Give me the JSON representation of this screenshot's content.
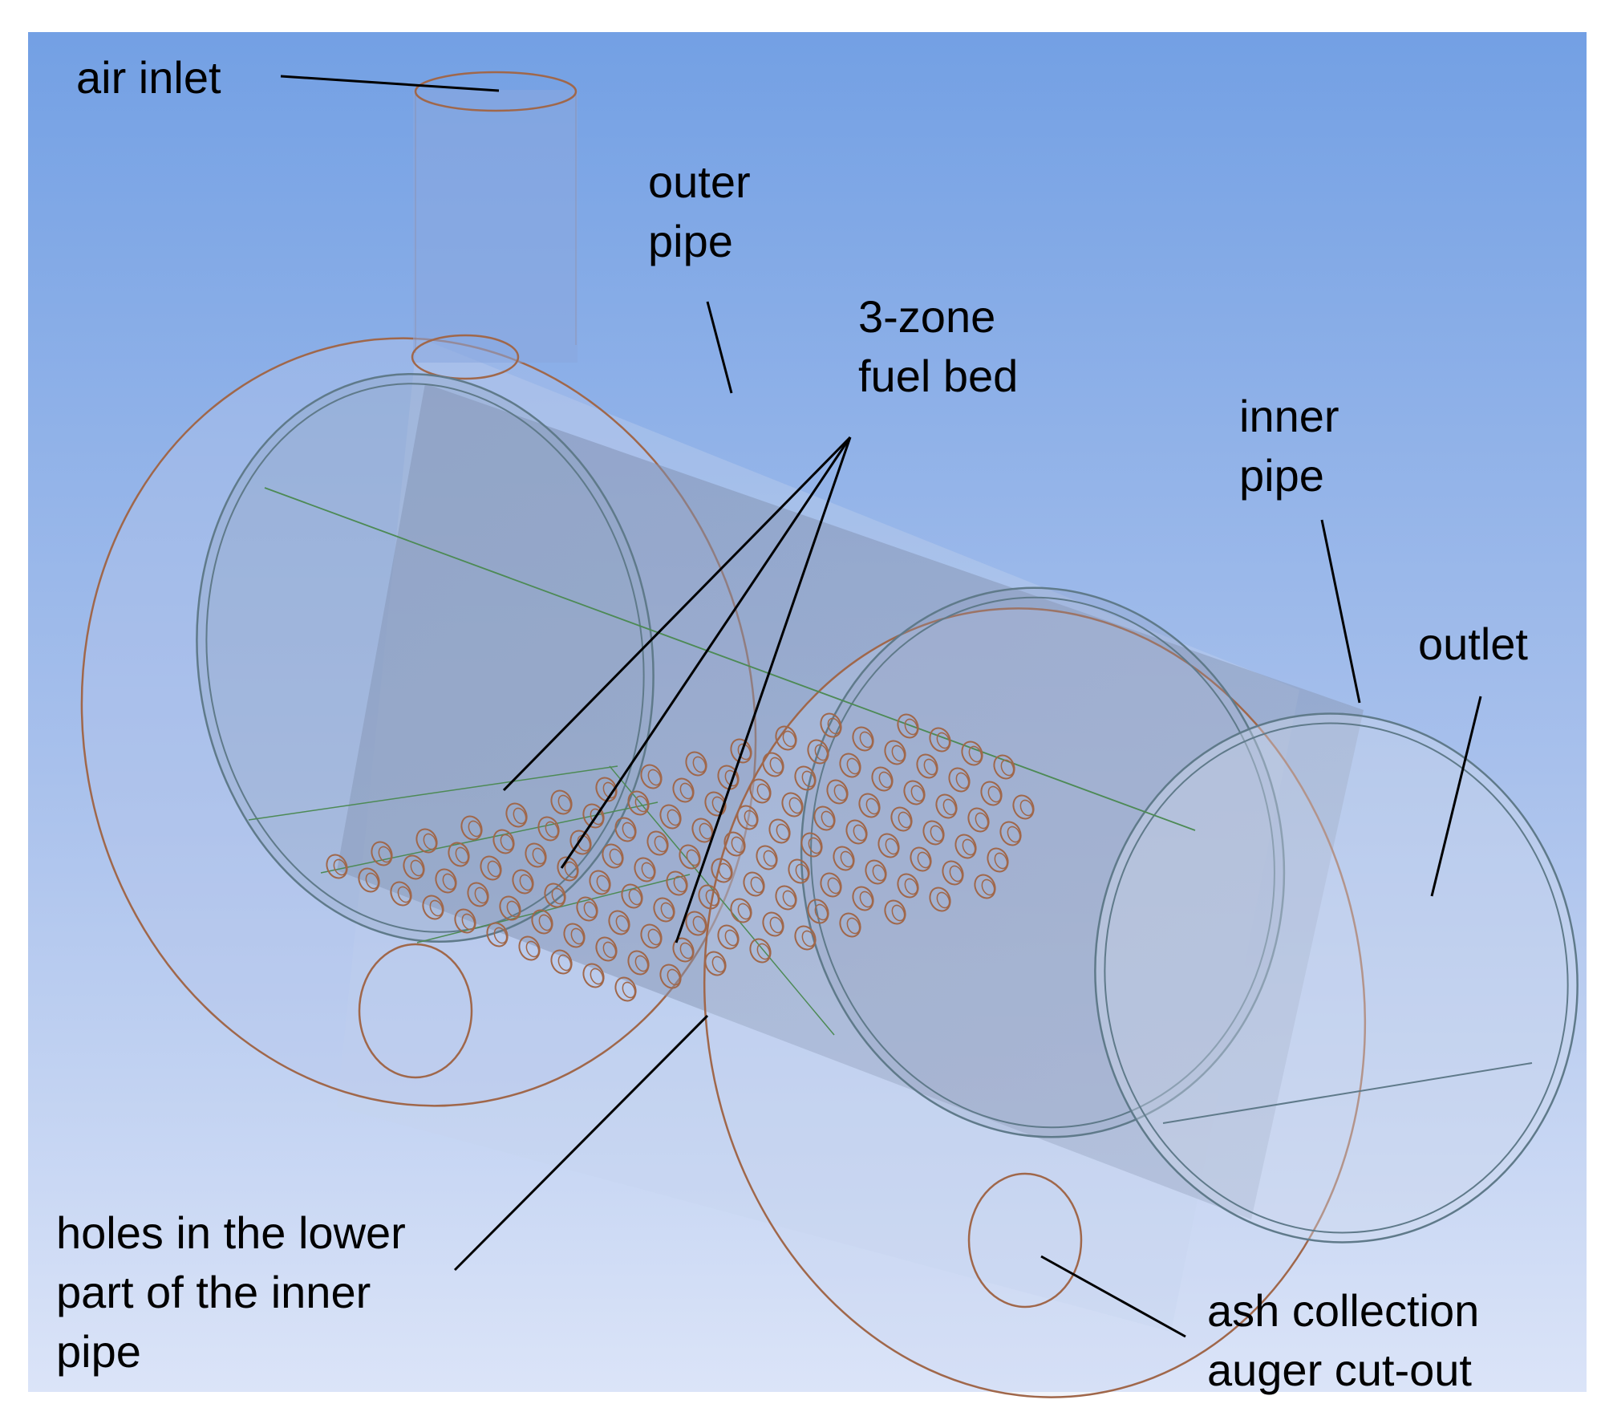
{
  "colors": {
    "background_top": "#73a0e4",
    "background_bottom": "#dbe4f8",
    "outer_pipe_edges": "#a0674a",
    "inner_pipe_edges": "#5f7a8a",
    "leader_lines": "#000000",
    "label_text": "#000000"
  },
  "labels": {
    "air_inlet": [
      "air inlet"
    ],
    "outer_pipe": [
      "outer",
      "pipe"
    ],
    "fuel_bed": [
      "3-zone",
      "fuel bed"
    ],
    "inner_pipe": [
      "inner",
      "pipe"
    ],
    "outlet": [
      "outlet"
    ],
    "holes": [
      "holes in the lower",
      "part of the inner",
      "pipe"
    ],
    "ash_auger": [
      "ash collection",
      "auger cut-out"
    ]
  }
}
